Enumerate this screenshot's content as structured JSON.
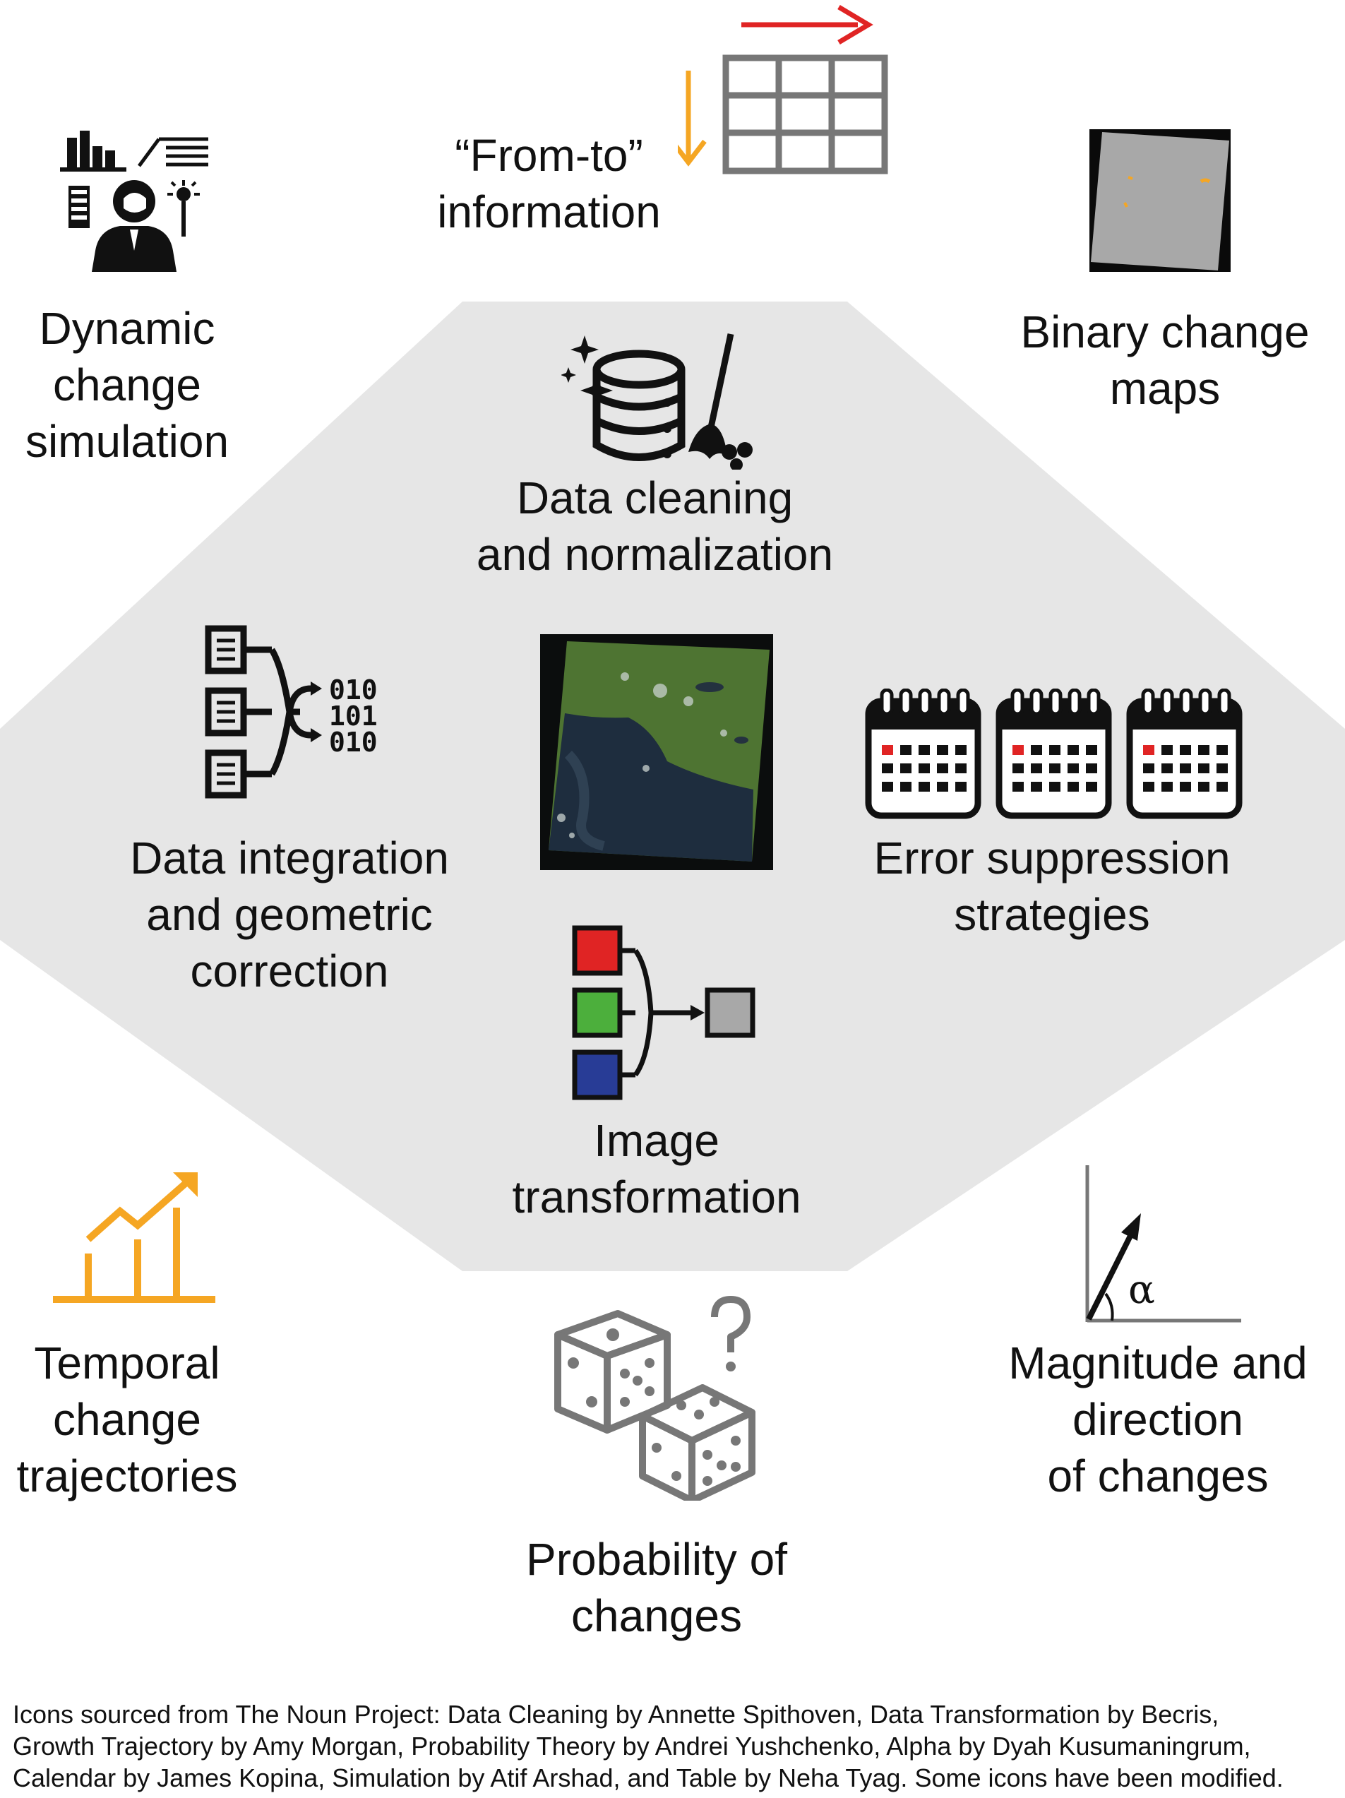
{
  "colors": {
    "octagon_fill": "#e6e6e6",
    "icon_dark": "#111111",
    "icon_gray": "#777777",
    "accent_orange": "#f5a623",
    "accent_red": "#e02424",
    "accent_green": "#4caf3c",
    "accent_blue": "#283c96"
  },
  "outer": {
    "from_to": "“From-to”\ninformation",
    "binary_maps": "Binary change\nmaps",
    "dynamic_simulation": "Dynamic\nchange\nsimulation",
    "temporal_trajectories": "Temporal\nchange\ntrajectories",
    "probability": "Probability of\nchanges",
    "magnitude_direction": "Magnitude and\ndirection\nof changes",
    "alpha_symbol": "α"
  },
  "inner": {
    "data_cleaning": "Data cleaning\nand normalization",
    "data_integration": "Data integration\nand geometric\ncorrection",
    "error_suppression": "Error suppression\nstrategies",
    "image_transformation": "Image\ntransformation",
    "binary_code": [
      "010",
      "101",
      "010"
    ]
  },
  "credits": "Icons sourced from The Noun Project: Data Cleaning by Annette Spithoven, Data Transformation by Becris,\nGrowth Trajectory by Amy Morgan, Probability Theory by Andrei Yushchenko, Alpha by Dyah Kusumaningrum,\nCalendar by James Kopina, Simulation by Atif Arshad, and Table by Neha Tyag. Some icons have been modified."
}
